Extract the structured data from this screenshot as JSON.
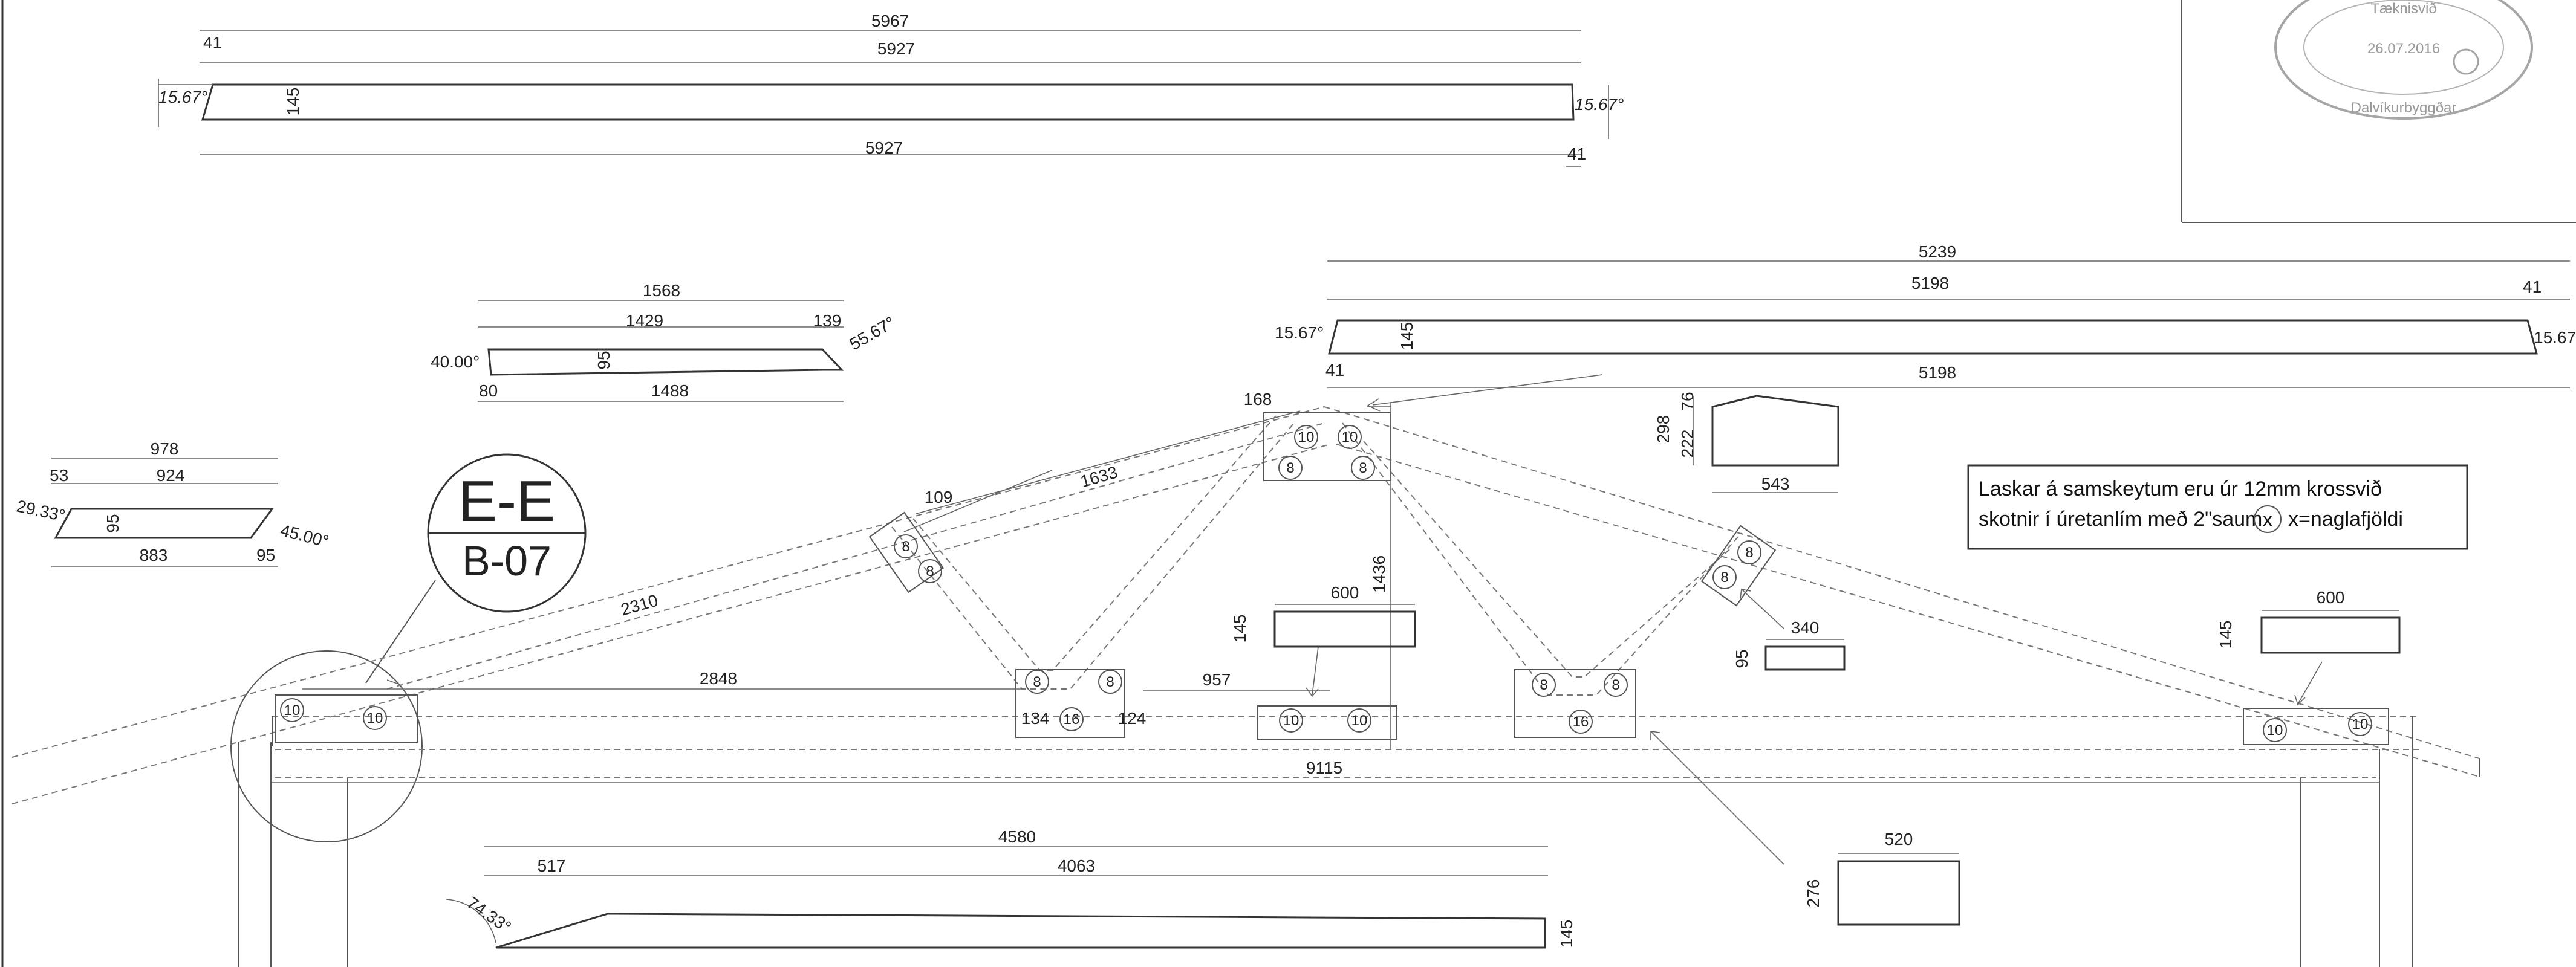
{
  "top_rafter": {
    "overall_length": "5967",
    "inner_length": "5927",
    "bottom_length": "5927",
    "offset_left": "41",
    "offset_right": "41",
    "height": "145",
    "angle_left": "15.67°",
    "angle_right": "15.67°"
  },
  "right_rafter": {
    "overall_length": "5239",
    "inner_length": "5198",
    "bottom_length": "5198",
    "offset_right": "41",
    "offset_left": "41",
    "height": "145",
    "angle_left": "15.67°",
    "angle_right": "15.67"
  },
  "web_member_a": {
    "overall_length": "1568",
    "inner_length": "1429",
    "tip_length": "139",
    "bottom_length": "1488",
    "offset": "80",
    "height": "95",
    "angle_left": "40.00°",
    "angle_right": "55.67°"
  },
  "web_member_b": {
    "overall_length": "978",
    "inner_length": "924",
    "bottom_length": "883",
    "offset_left": "53",
    "offset_right": "95",
    "height": "95",
    "angle_left": "29.33°",
    "angle_right": "45.00°"
  },
  "bottom_piece": {
    "overall_length": "4580",
    "inner_length": "4063",
    "offset": "517",
    "angle": "74.33°",
    "height": "145"
  },
  "section_marker": {
    "section": "E-E",
    "sheet": "B-07"
  },
  "truss": {
    "label_109": "109",
    "label_1633": "1633",
    "label_2310": "2310",
    "label_168": "168",
    "height_1436": "1436",
    "label_2848": "2848",
    "label_957": "957",
    "label_134": "134",
    "label_124": "124",
    "span_9115": "9115"
  },
  "gusset_apex": {
    "height_total": "298",
    "height_a": "222",
    "height_b": "76",
    "width": "543"
  },
  "plate_600_center": {
    "width": "600",
    "height": "145"
  },
  "plate_600_right": {
    "width": "600",
    "height": "145"
  },
  "plate_340": {
    "width": "340",
    "height": "95"
  },
  "plate_520": {
    "width": "520",
    "height": "276"
  },
  "nail_counts": [
    "10",
    "10",
    "8",
    "8",
    "8",
    "8",
    "8",
    "8",
    "16",
    "8",
    "8",
    "16",
    "8",
    "8",
    "10",
    "10",
    "10",
    "10",
    "10",
    "10"
  ],
  "note": {
    "line1": "Laskar á samskeytum eru úr 12mm krossvið",
    "line2_before": "skotnir í úretanlím með 2\"saum",
    "line2_symbol": "x",
    "line2_after": "x=naglafjöldi"
  },
  "stamp": {
    "line_top": "Tæknisvið",
    "line_date": "26.07.2016",
    "line_bottom": "Dalvíkurbyggðar"
  }
}
